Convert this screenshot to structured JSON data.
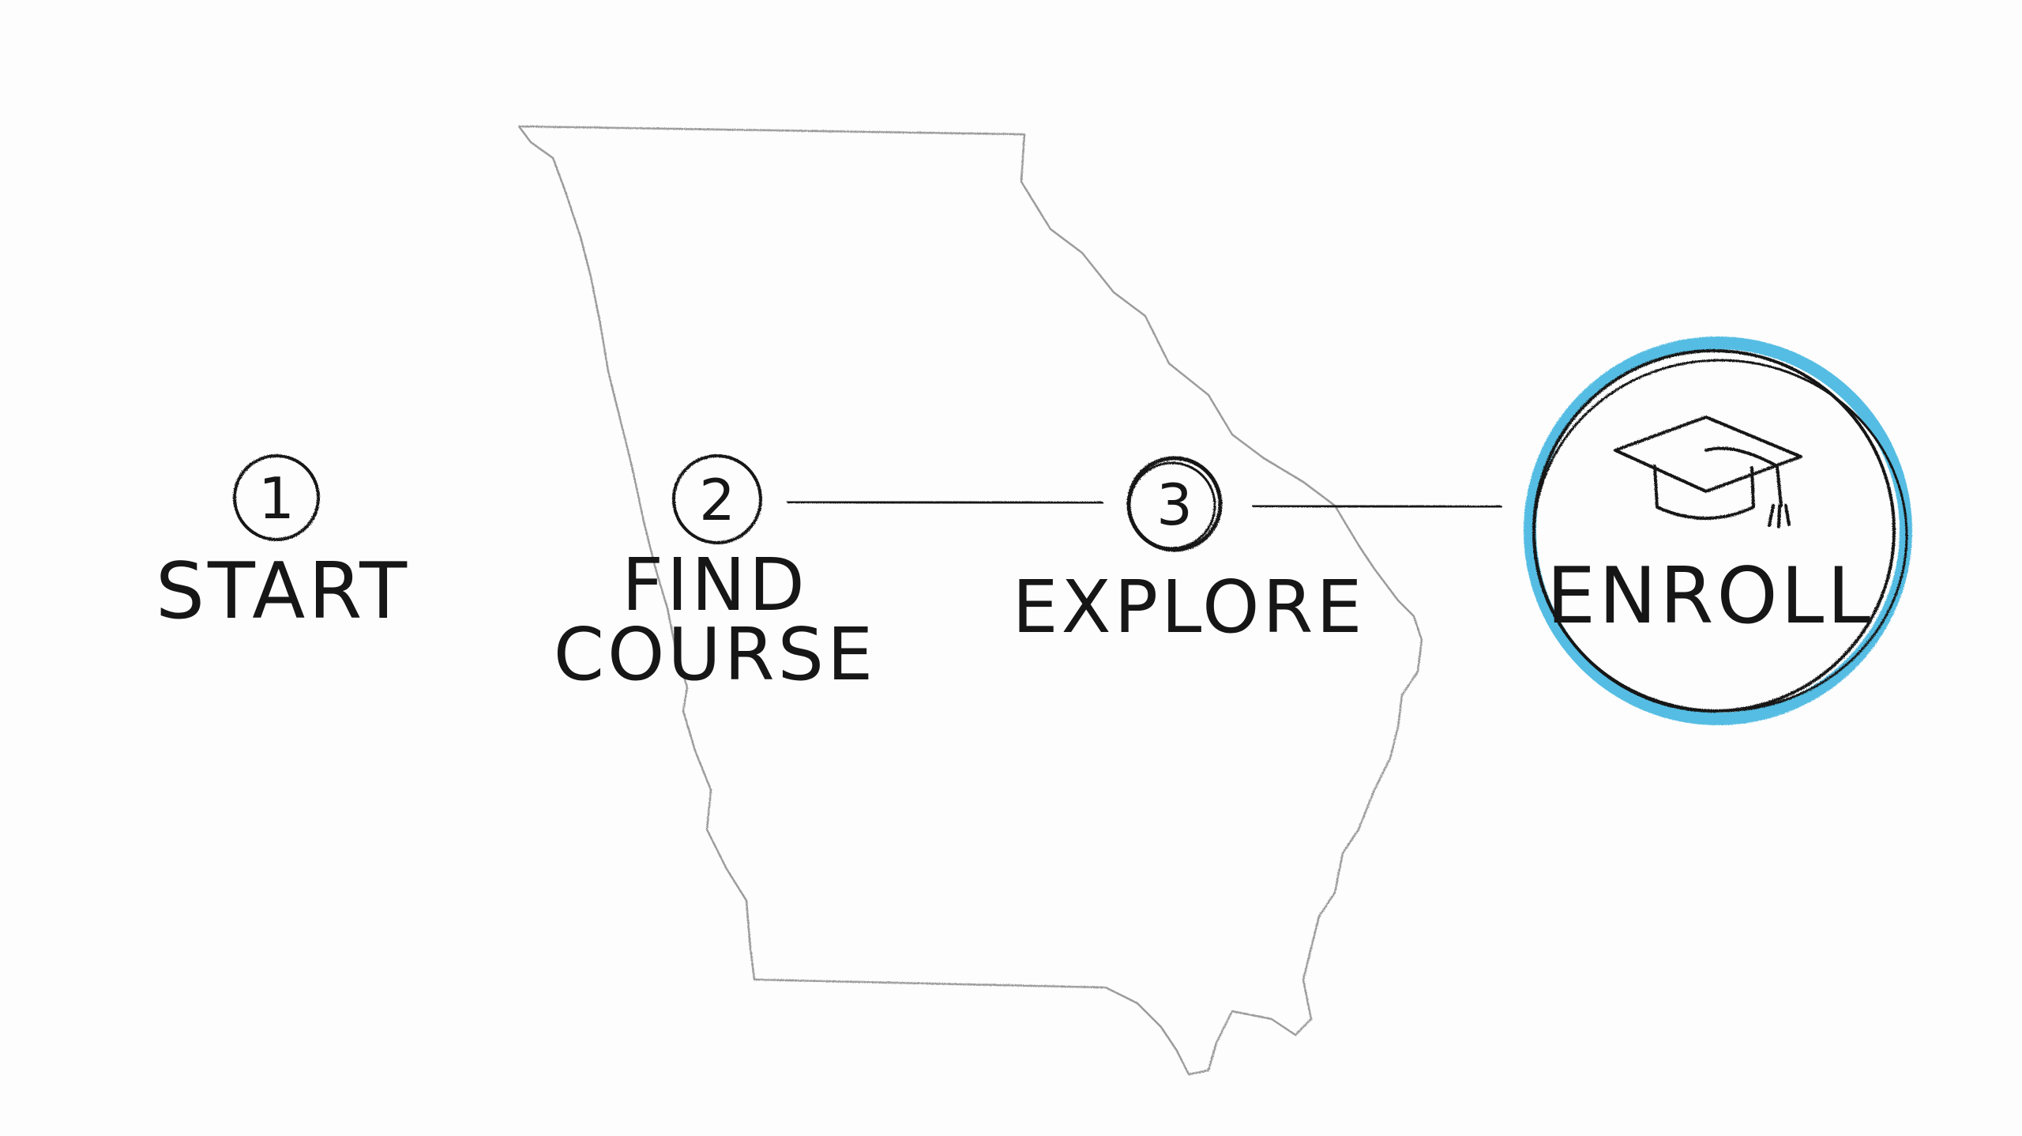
{
  "steps": [
    {
      "number": "1",
      "label_lines": [
        "START"
      ]
    },
    {
      "number": "2",
      "label_lines": [
        "FIND",
        "COURSE"
      ]
    },
    {
      "number": "3",
      "label_lines": [
        "EXPLORE"
      ]
    }
  ],
  "goal": {
    "label": "ENROLL",
    "icon": "graduation-cap-icon"
  },
  "colors": {
    "ink": "#161616",
    "highlight": "#55bde3",
    "map_outline": "#9c9c9c",
    "background": "#fdfdfd"
  }
}
